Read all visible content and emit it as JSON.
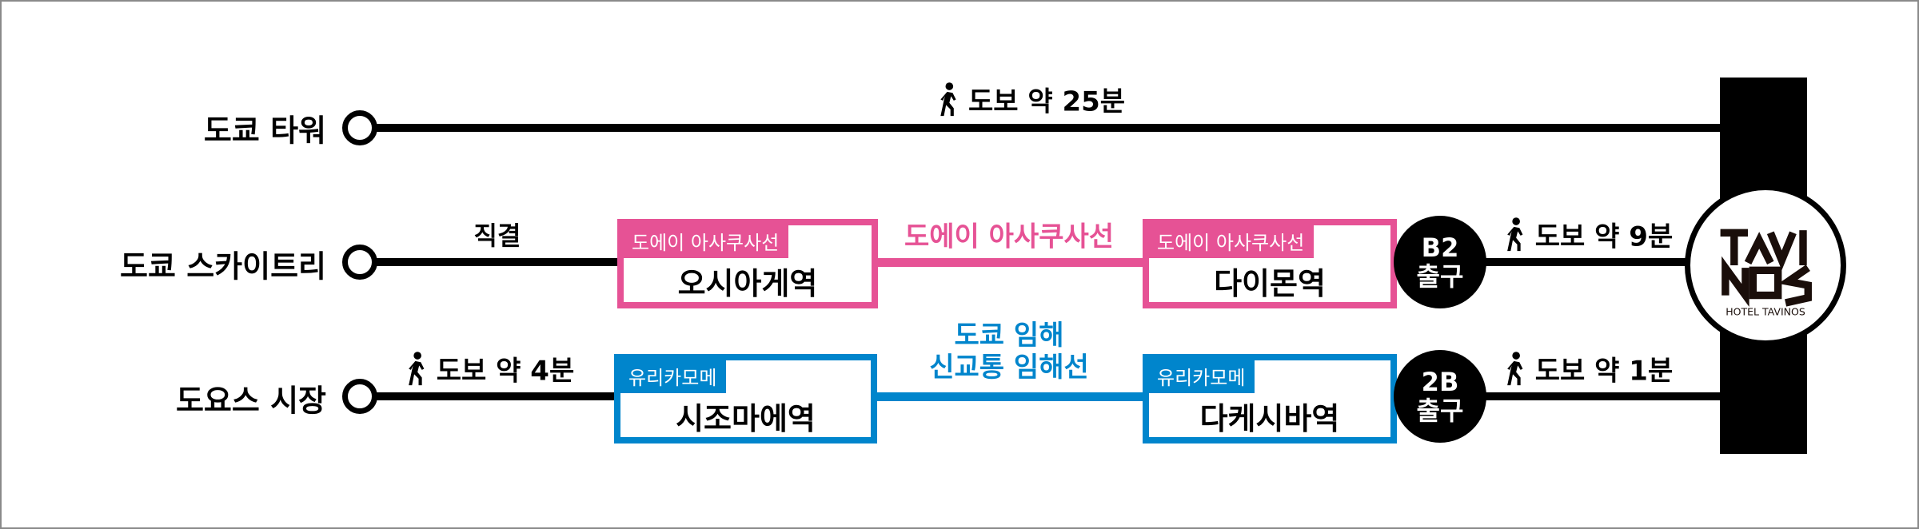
{
  "colors": {
    "oedo_line": "#E65295",
    "yurikamome": "#0085CC",
    "route": "#000000"
  },
  "routes": [
    {
      "origin": "도쿄 타워",
      "walk": "도보 약 25분"
    },
    {
      "origin": "도쿄 스카이트리",
      "direct": "직결",
      "line_tag": "도에이 아사쿠사선",
      "line_label": "도에이 아사쿠사선",
      "station_from": "오시아게역",
      "station_to": "다이몬역",
      "exit": [
        "B2",
        "출구"
      ],
      "walk": "도보 약 9분"
    },
    {
      "origin": "도요스 시장",
      "walk_start": "도보 약 4분",
      "line_tag": "유리카모메",
      "line_label": [
        "도쿄 임해",
        "신교통 임해선"
      ],
      "station_from": "시조마에역",
      "station_to": "다케시바역",
      "exit": [
        "2B",
        "출구"
      ],
      "walk": "도보 약 1분"
    }
  ],
  "destination": {
    "logo_text": "TAVINOS",
    "logo_subtitle": "HOTEL TAVINOS",
    "icon": "hotel-logo"
  },
  "icons": {
    "walk": "walking-person-icon"
  }
}
